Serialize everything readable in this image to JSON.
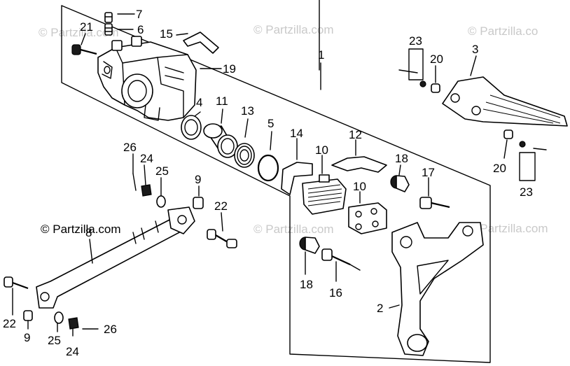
{
  "watermark": {
    "text": "© Partzilla.com",
    "text_short": "© Partzilla.co"
  },
  "labels": {
    "l1": "1",
    "l2": "2",
    "l3": "3",
    "l4": "4",
    "l5": "5",
    "l6": "6",
    "l7": "7",
    "l8": "8",
    "l9a": "9",
    "l9b": "9",
    "l10a": "10",
    "l10b": "10",
    "l11": "11",
    "l12": "12",
    "l13": "13",
    "l14": "14",
    "l15": "15",
    "l16": "16",
    "l17": "17",
    "l18a": "18",
    "l18b": "18",
    "l19": "19",
    "l20a": "20",
    "l20b": "20",
    "l21": "21",
    "l22a": "22",
    "l22b": "22",
    "l23a": "23",
    "l23b": "23",
    "l24a": "24",
    "l24b": "24",
    "l25a": "25",
    "l25b": "25",
    "l26a": "26",
    "l26b": "26"
  }
}
